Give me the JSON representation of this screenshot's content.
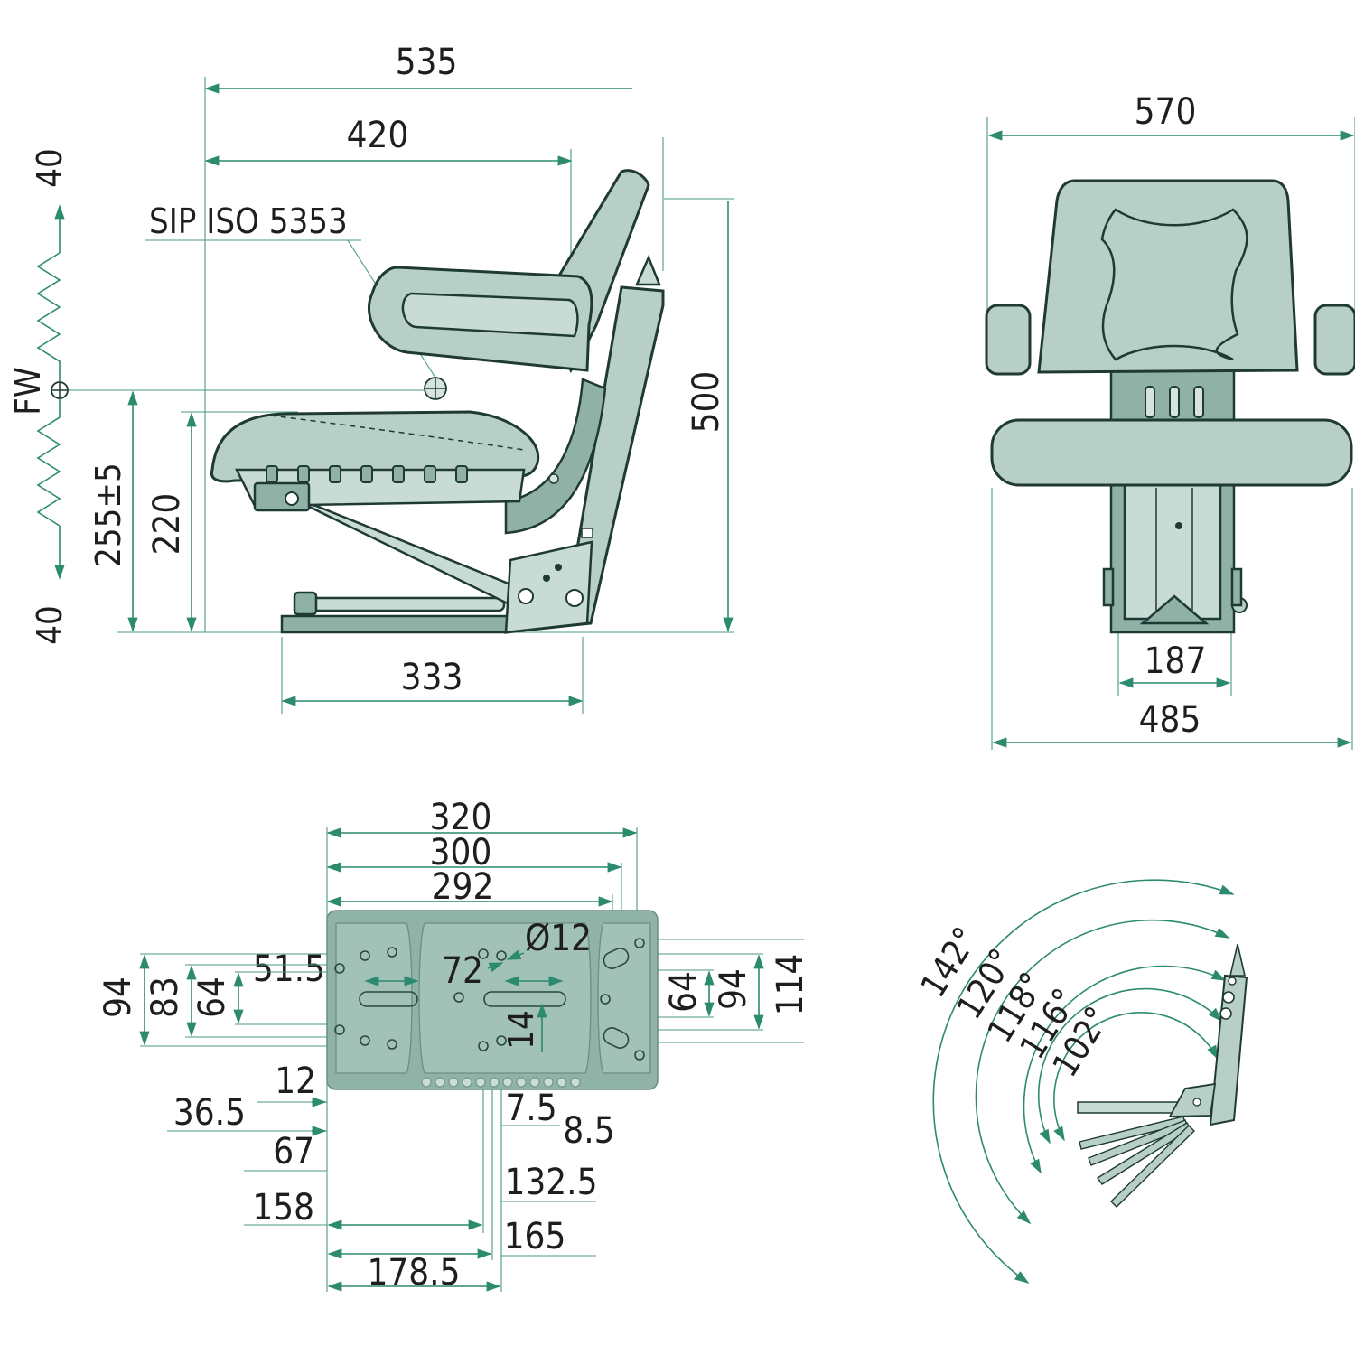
{
  "side_view": {
    "dim_535": "535",
    "dim_420": "420",
    "sip_label": "SIP ISO 5353",
    "dim_500": "500",
    "dim_255": "255±5",
    "dim_220": "220",
    "dim_333": "333",
    "fw_label": "FW",
    "spring_top": "40",
    "spring_bottom": "40"
  },
  "front_view": {
    "dim_570": "570",
    "dim_187": "187",
    "dim_485": "485"
  },
  "base_plate": {
    "dim_320": "320",
    "dim_300": "300",
    "dim_292": "292",
    "dim_51_5": "51.5",
    "dim_72": "72",
    "dim_d12": "Ø12",
    "dim_14": "14",
    "dim_94_left": "94",
    "dim_83": "83",
    "dim_64_left": "64",
    "dim_64_right": "64",
    "dim_94_right": "94",
    "dim_114": "114",
    "dim_12": "12",
    "dim_36_5": "36.5",
    "dim_67": "67",
    "dim_158": "158",
    "dim_7_5": "7.5",
    "dim_8_5": "8.5",
    "dim_132_5": "132.5",
    "dim_165": "165",
    "dim_178_5": "178.5"
  },
  "tilt_view": {
    "angle_142": "142°",
    "angle_120": "120°",
    "angle_118": "118°",
    "angle_116": "116°",
    "angle_102": "102°"
  },
  "colors": {
    "dimension_line": "#2c8a6e",
    "seat_fill": "#b7cfc6",
    "outline": "#1f3a34",
    "plate_fill": "#8fb3a7"
  }
}
